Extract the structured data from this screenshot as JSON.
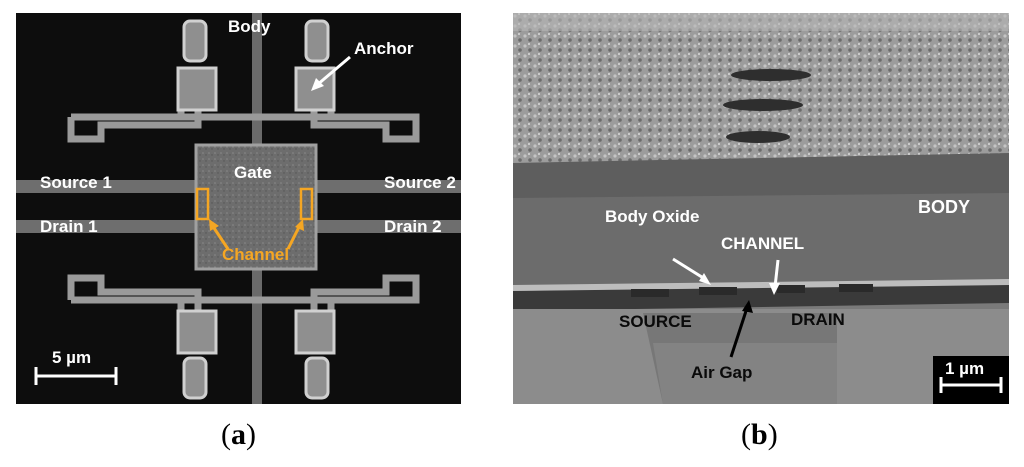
{
  "panel_a": {
    "labels": {
      "body": "Body",
      "anchor": "Anchor",
      "gate": "Gate",
      "source1": "Source 1",
      "source2": "Source 2",
      "drain1": "Drain 1",
      "drain2": "Drain 2",
      "channel": "Channel",
      "scale": "5 µm"
    },
    "caption_open": "(",
    "caption_letter": "a",
    "caption_close": ")"
  },
  "panel_b": {
    "labels": {
      "body": "BODY",
      "body_oxide": "Body Oxide",
      "channel": "CHANNEL",
      "source": "SOURCE",
      "drain": "DRAIN",
      "air_gap": "Air Gap",
      "scale": "1 µm"
    },
    "caption_open": "(",
    "caption_letter": "b",
    "caption_close": ")"
  },
  "colors": {
    "annotation_white": "#ffffff",
    "annotation_gold": "#f5a623",
    "sem_background": "#0d0d0d"
  }
}
